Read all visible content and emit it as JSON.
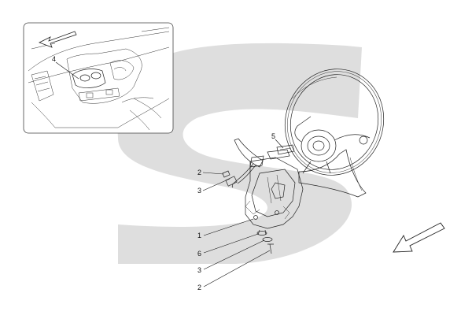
{
  "diagram": {
    "callouts": [
      {
        "id": "inset-4",
        "label": "4"
      },
      {
        "id": "c5",
        "label": "5"
      },
      {
        "id": "c2-top",
        "label": "2"
      },
      {
        "id": "c3-top",
        "label": "3"
      },
      {
        "id": "c1",
        "label": "1"
      },
      {
        "id": "c6",
        "label": "6"
      },
      {
        "id": "c3-bottom",
        "label": "3"
      },
      {
        "id": "c2-bottom",
        "label": "2"
      }
    ],
    "colors": {
      "watermark": "#d9d9d9",
      "line": "#222222",
      "background": "#ffffff"
    },
    "icons": [
      "direction-arrow-icon",
      "steering-wheel-drawing",
      "paddle-shifter-drawing",
      "center-console-drawing"
    ]
  }
}
